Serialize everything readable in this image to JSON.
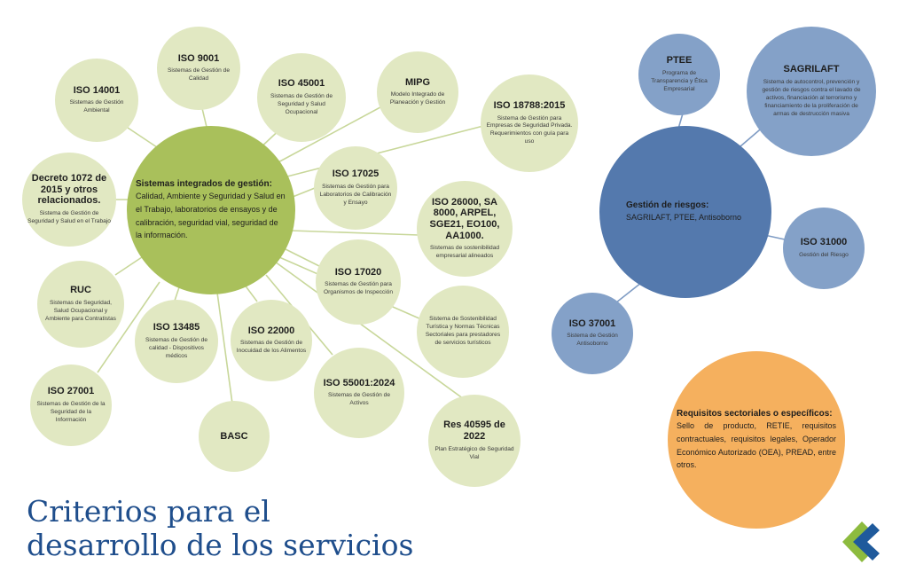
{
  "title": {
    "line1": "Criterios para el",
    "line2": "desarrollo de los servicios"
  },
  "colors": {
    "green_node": "#e1e8c2",
    "green_hub": "#a9c05b",
    "blue_node": "#84a1c8",
    "blue_hub": "#5479ad",
    "orange_node": "#f5b05e",
    "title": "#1f4e8c",
    "connector_green": "#c8d79a",
    "connector_blue": "#7f9cc4"
  },
  "green_hub": {
    "title": "Sistemas integrados de gestión:",
    "desc": "Calidad, Ambiente y Seguridad y Salud en el Trabajo, laboratorios de ensayos y de calibración, seguridad vial, seguridad de la información."
  },
  "green_nodes": {
    "iso9001": {
      "title": "ISO 9001",
      "desc": "Sistemas de Gestión de Calidad"
    },
    "iso14001": {
      "title": "ISO 14001",
      "desc": "Sistemas de Gestión Ambiental"
    },
    "iso45001": {
      "title": "ISO 45001",
      "desc": "Sistemas de Gestión de Seguridad y Salud Ocupacional"
    },
    "mipg": {
      "title": "MIPG",
      "desc": "Modelo Integrado de Planeación y Gestión"
    },
    "iso18788": {
      "title": "ISO 18788:2015",
      "desc": "Sistema de Gestión para Empresas de Seguridad Privada. Requerimientos con guía para uso"
    },
    "decreto": {
      "title": "Decreto 1072 de 2015 y otros relacionados.",
      "desc": "Sistema de Gestión de Seguridad y Salud en el Trabajo"
    },
    "iso17025": {
      "title": "ISO 17025",
      "desc": "Sistemas de Gestión para Laboratorios de Calibración y Ensayo"
    },
    "iso26000": {
      "title": "ISO 26000, SA 8000, ARPEL, SGE21, EO100, AA1000.",
      "desc": "Sistemas de sostenibilidad empresarial alineados"
    },
    "ruc": {
      "title": "RUC",
      "desc": "Sistemas de Seguridad, Salud Ocupacional y Ambiente para Contratistas"
    },
    "iso17020": {
      "title": "ISO 17020",
      "desc": "Sistemas de Gestión para Organismos de Inspección"
    },
    "turismo": {
      "title": "",
      "desc": "Sistema de Sostenibilidad Turística y Normas Técnicas Sectoriales para prestadores de servicios turísticos"
    },
    "iso13485": {
      "title": "ISO 13485",
      "desc": "Sistemas de Gestión de calidad - Dispositivos médicos"
    },
    "iso22000": {
      "title": "ISO 22000",
      "desc": "Sistemas de Gestión de Inocuidad de los Alimentos"
    },
    "iso27001": {
      "title": "ISO 27001",
      "desc": "Sistemas de Gestión de la Seguridad de la Información"
    },
    "basc": {
      "title": "BASC",
      "desc": ""
    },
    "iso55001": {
      "title": "ISO 55001:2024",
      "desc": "Sistemas de Gestión de Activos"
    },
    "res40595": {
      "title": "Res 40595 de 2022",
      "desc": "Plan Estratégico de Seguridad Vial"
    }
  },
  "blue_hub": {
    "title": "Gestión de riesgos:",
    "desc": "SAGRILAFT, PTEE, Antisoborno"
  },
  "blue_nodes": {
    "ptee": {
      "title": "PTEE",
      "desc": "Programa de Transparencia y Ética Empresarial"
    },
    "sagrilaft": {
      "title": "SAGRILAFT",
      "desc": "Sistema de autocontrol, prevención y gestión de riesgos contra el lavado de activos, financiación al terrorismo y financiamiento de la proliferación de armas de destrucción masiva"
    },
    "iso31000": {
      "title": "ISO 31000",
      "desc": "Gestión del Riesgo"
    },
    "iso37001": {
      "title": "ISO 37001",
      "desc": "Sistema de Gestión Antisoborno"
    }
  },
  "orange_node": {
    "title": "Requisitos sectoriales o específicos:",
    "desc": "Sello de producto, RETIE, requisitos contractuales, requisitos legales, Operador Económico Autorizado (OEA), PREAD, entre otros."
  },
  "logo": {
    "icon": "company-logo-chevron"
  }
}
